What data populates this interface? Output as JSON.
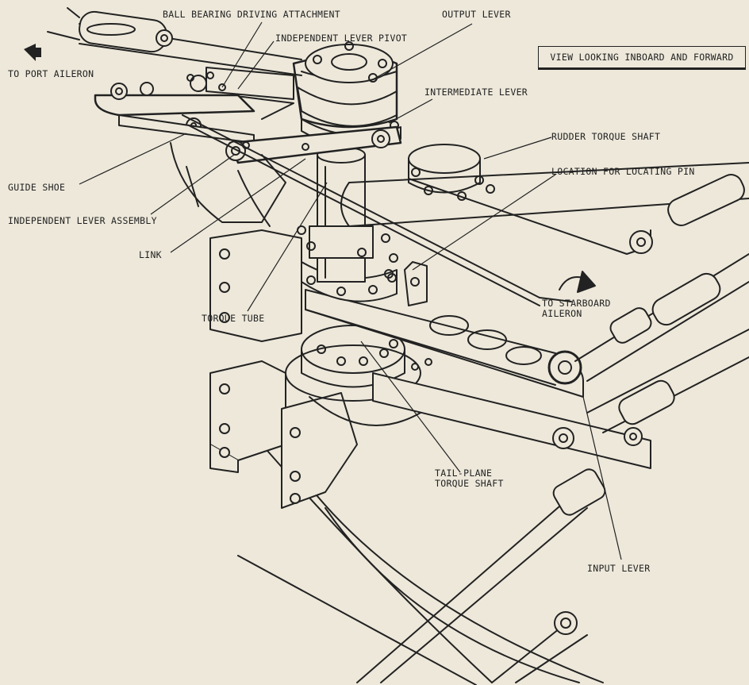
{
  "title_box": "VIEW LOOKING INBOARD AND FORWARD",
  "labels": {
    "ball_bearing": "BALL BEARING DRIVING ATTACHMENT",
    "output_lever": "OUTPUT LEVER",
    "independent_lever_pivot": "INDEPENDENT LEVER PIVOT",
    "to_port_aileron": "TO PORT AILERON",
    "intermediate_lever": "INTERMEDIATE LEVER",
    "rudder_torque_shaft": "RUDDER TORQUE SHAFT",
    "location_pin": "LOCATION FOR LOCATING PIN",
    "guide_shoe": "GUIDE SHOE",
    "independent_lever_assembly": "INDEPENDENT LEVER ASSEMBLY",
    "link": "LINK",
    "to_starboard_aileron": "TO STARBOARD\nAILERON",
    "torque_tube": "TORQUE TUBE",
    "tailplane_torque_shaft": "TAIL-PLANE\nTORQUE SHAFT",
    "input_lever": "INPUT LEVER"
  },
  "colors": {
    "paper": "#ede8da",
    "ink": "#222222"
  }
}
